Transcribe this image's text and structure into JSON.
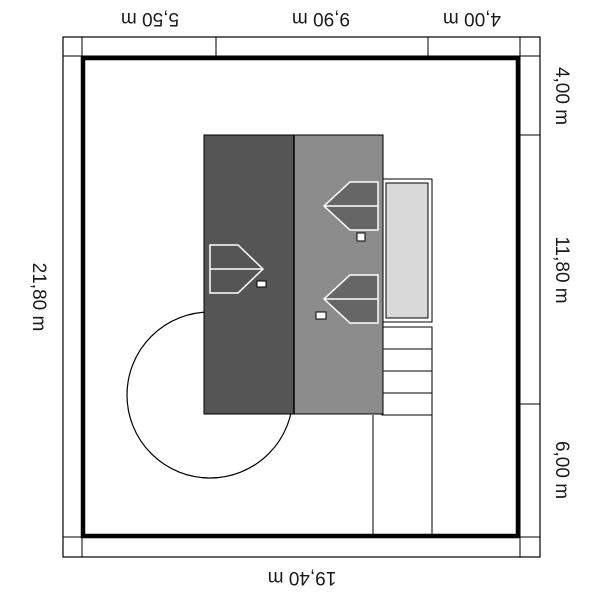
{
  "dimensions": {
    "top_left": "5,50 m",
    "top_middle": "9,90 m",
    "top_right": "4,00 m",
    "bottom": "19,40 m",
    "left": "21,80 m",
    "right_top": "4,00 m",
    "right_middle": "11,80 m",
    "right_bottom": "6,00 m"
  },
  "colors": {
    "roof_dark": "#555555",
    "roof_medium": "#8c8c8c",
    "terrace": "#d9d9d9",
    "plot_border": "#000000",
    "line": "#000000"
  }
}
